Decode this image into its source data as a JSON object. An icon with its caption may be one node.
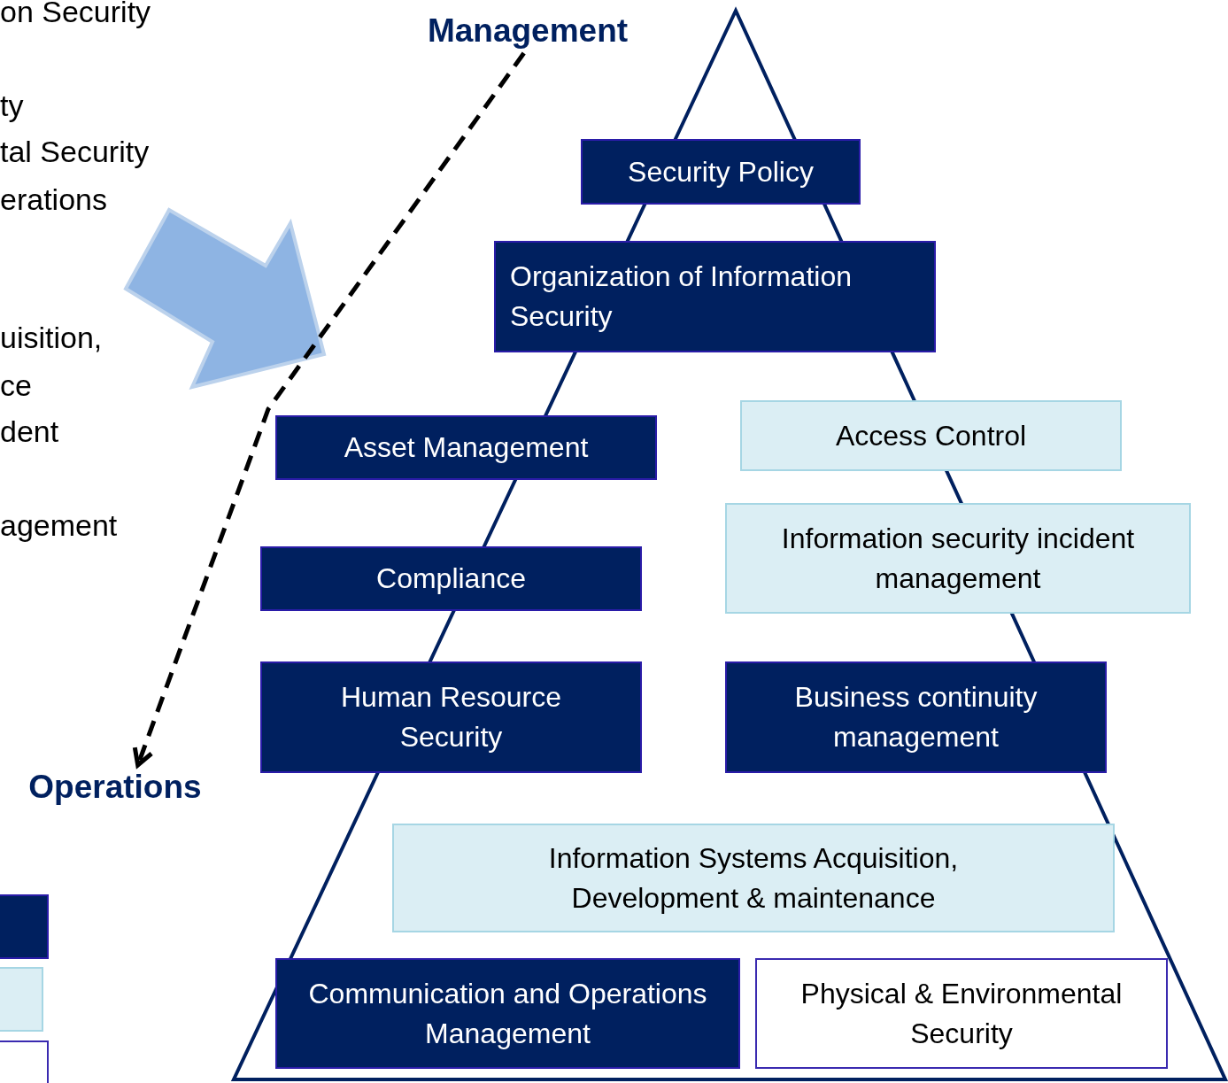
{
  "diagram": {
    "nodes": [
      {
        "text": [
          "Management"
        ]
      },
      {
        "text": [
          "Operations"
        ]
      },
      {
        "text": [
          "Security Policy"
        ]
      },
      {
        "text": [
          "Organization of Information Security"
        ]
      },
      {
        "text": [
          "Asset Management"
        ]
      },
      {
        "text": [
          "Access Control"
        ]
      },
      {
        "text": [
          "Compliance"
        ]
      },
      {
        "text": [
          "Information security incident management"
        ]
      },
      {
        "text": [
          "Human Resource Security"
        ]
      },
      {
        "text": [
          "Business continuity management"
        ]
      },
      {
        "text": [
          "Information Systems Acquisition, Development & maintenance"
        ]
      },
      {
        "text": [
          "Communication and Operations Management"
        ]
      },
      {
        "text": [
          "Physical & Environmental Security"
        ]
      }
    ],
    "edges": [
      {
        "from": 0,
        "to": 1,
        "arrow": "to",
        "style": "dashed"
      }
    ],
    "labels": [
      "on Security",
      "ty",
      "tal Security",
      "erations",
      "uisition,",
      "ce",
      "dent",
      "agement"
    ]
  }
}
